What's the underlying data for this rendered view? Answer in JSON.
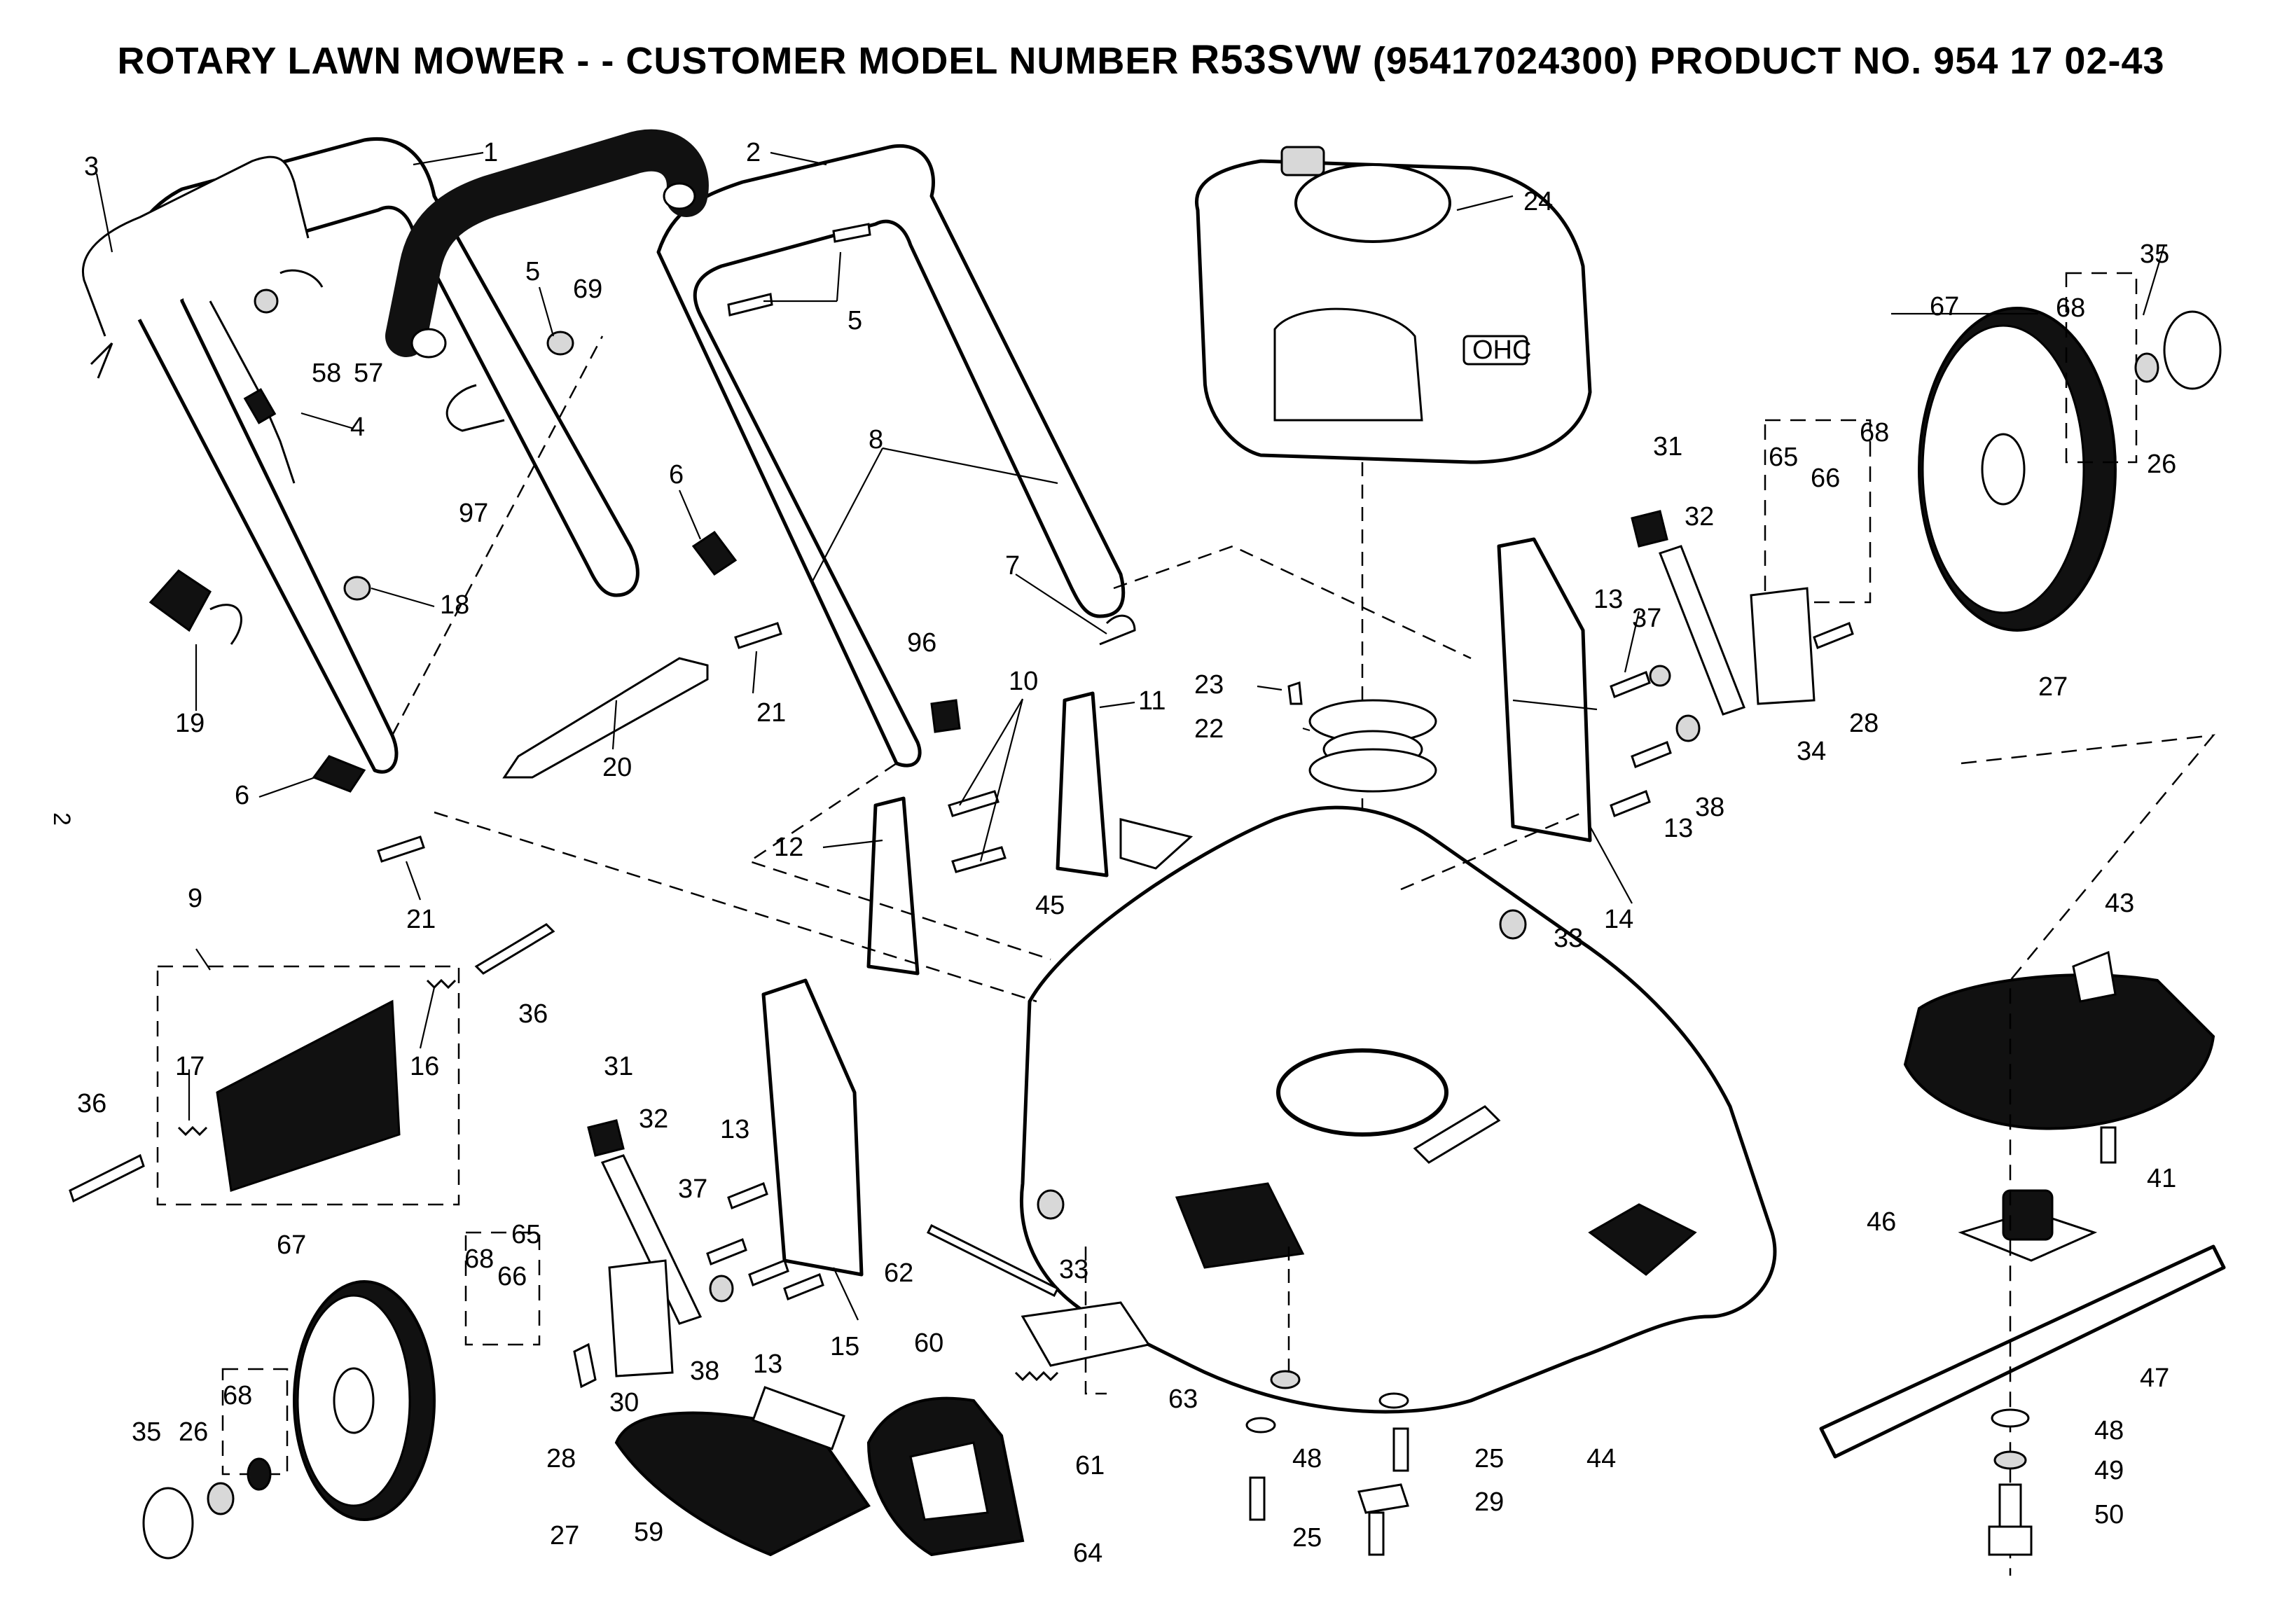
{
  "header": {
    "title_prefix": "ROTARY LAWN MOWER - - CUSTOMER MODEL NUMBER ",
    "model": "R53SVW",
    "title_suffix": " (95417024300) PRODUCT NO. 954 17 02-43"
  },
  "page_number": "2",
  "callouts": {
    "c1": "1",
    "c2": "2",
    "c3": "3",
    "c4": "4",
    "c5a": "5",
    "c5b": "5",
    "c6a": "6",
    "c6b": "6",
    "c7": "7",
    "c8": "8",
    "c9": "9",
    "c10": "10",
    "c11": "11",
    "c12": "12",
    "c13a": "13",
    "c13b": "13",
    "c13c": "13",
    "c13d": "13",
    "c14": "14",
    "c15": "15",
    "c16": "16",
    "c17": "17",
    "c18": "18",
    "c19": "19",
    "c20": "20",
    "c21a": "21",
    "c21b": "21",
    "c22": "22",
    "c23": "23",
    "c24": "24",
    "c25a": "25",
    "c25b": "25",
    "c26a": "26",
    "c26b": "26",
    "c27a": "27",
    "c27b": "27",
    "c28a": "28",
    "c28b": "28",
    "c29": "29",
    "c30": "30",
    "c31a": "31",
    "c31b": "31",
    "c32a": "32",
    "c32b": "32",
    "c33a": "33",
    "c33b": "33",
    "c34": "34",
    "c35a": "35",
    "c35b": "35",
    "c36a": "36",
    "c36b": "36",
    "c37a": "37",
    "c37b": "37",
    "c38a": "38",
    "c38b": "38",
    "c41": "41",
    "c43": "43",
    "c44": "44",
    "c45": "45",
    "c46": "46",
    "c47": "47",
    "c48a": "48",
    "c48b": "48",
    "c49": "49",
    "c50": "50",
    "c57": "57",
    "c58": "58",
    "c59": "59",
    "c60": "60",
    "c61": "61",
    "c62": "62",
    "c63": "63",
    "c64": "64",
    "c65a": "65",
    "c65b": "65",
    "c66a": "66",
    "c66b": "66",
    "c67a": "67",
    "c67b": "67",
    "c68a": "68",
    "c68b": "68",
    "c68c": "68",
    "c68d": "68",
    "c69": "69",
    "c96": "96",
    "c97": "97"
  },
  "engine_badge": "OHC"
}
